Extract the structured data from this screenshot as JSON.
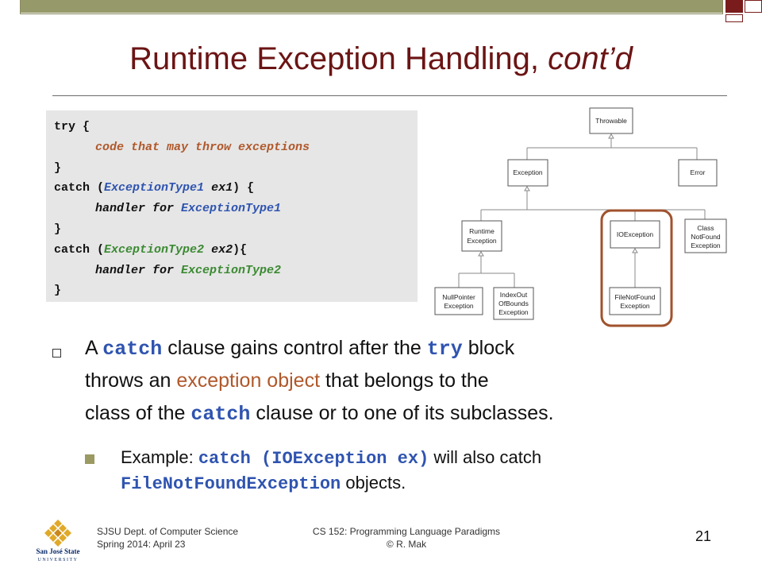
{
  "slide": {
    "title_main": "Runtime Exception Handling, ",
    "title_italic": "cont’d"
  },
  "code": {
    "l1": "try {",
    "l2": "code that may throw exceptions",
    "l3": "}",
    "l4a": "catch (",
    "l4b": "ExceptionType1",
    "l4c": " ",
    "l4d": "ex1",
    "l4e": ") {",
    "l5a": "handler for ",
    "l5b": "ExceptionType1",
    "l6": "}",
    "l7a": "catch (",
    "l7b": "ExceptionType2",
    "l7c": " ",
    "l7d": "ex2",
    "l7e": "){",
    "l8a": "handler for ",
    "l8b": "ExceptionType2",
    "l9": "}"
  },
  "hierarchy": {
    "throwable": "Throwable",
    "exception": "Exception",
    "error": "Error",
    "runtime_1": "Runtime",
    "runtime_2": "Exception",
    "ioexception": "IOException",
    "classnotfound_1": "Class",
    "classnotfound_2": "NotFound",
    "classnotfound_3": "Exception",
    "nullpointer_1": "NullPointer",
    "nullpointer_2": "Exception",
    "indexout_1": "IndexOut",
    "indexout_2": "OfBounds",
    "indexout_3": "Exception",
    "filenotfound_1": "FileNotFound",
    "filenotfound_2": "Exception",
    "highlight_color": "#a0522d"
  },
  "bullets": {
    "b1_l1a": "A ",
    "b1_l1b": "catch",
    "b1_l1c": " clause gains control after the ",
    "b1_l1d": "try",
    "b1_l1e": " block",
    "b1_l2a": "throws an ",
    "b1_l2b": "exception object",
    "b1_l2c": " that belongs to the",
    "b1_l3a": "class of the ",
    "b1_l3b": "catch",
    "b1_l3c": " clause or to one of its subclasses.",
    "b2_l1a": "Example: ",
    "b2_l1b": "catch (IOException ex)",
    "b2_l1c": " will also catch",
    "b2_l2a": "FileNotFoundException",
    "b2_l2b": " objects."
  },
  "footer": {
    "dept": "SJSU Dept. of Computer Science",
    "date": "Spring 2014: April 23",
    "course": "CS 152: Programming Language Paradigms",
    "author": "© R. Mak",
    "page": "21",
    "logo_line1": "San José State",
    "logo_line2": "UNIVERSITY"
  }
}
